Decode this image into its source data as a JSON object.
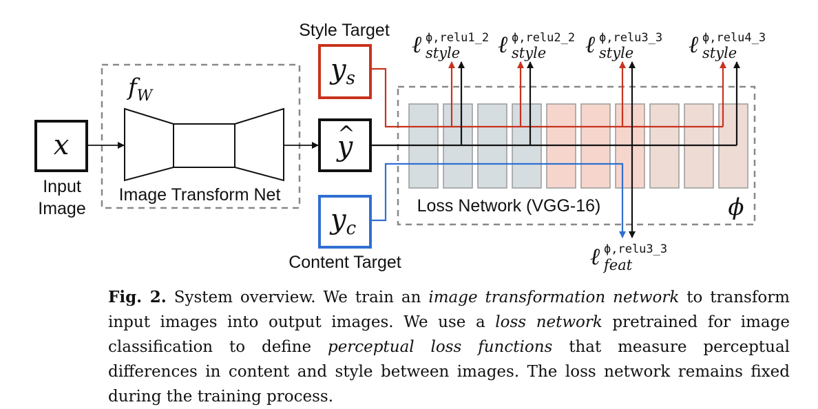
{
  "labels": {
    "style_target": "Style Target",
    "content_target": "Content Target",
    "input_image_line1": "Input",
    "input_image_line2": "Image",
    "image_transform_net": "Image Transform Net",
    "loss_network": "Loss Network (VGG-16)"
  },
  "symbols": {
    "x": "x",
    "f": "f",
    "f_sub": "W",
    "y": "y",
    "y_s_sub": "s",
    "y_c_sub": "c",
    "y_hat_mark": "^",
    "phi": "ϕ",
    "ell": "ℓ"
  },
  "loss_terms": [
    {
      "layer": "ϕ,relu1_2",
      "kind": "style"
    },
    {
      "layer": "ϕ,relu2_2",
      "kind": "style"
    },
    {
      "layer": "ϕ,relu3_3",
      "kind": "style"
    },
    {
      "layer": "ϕ,relu4_3",
      "kind": "style"
    },
    {
      "layer": "ϕ,relu3_3",
      "kind": "feat"
    }
  ],
  "colors": {
    "style": "#c8321e",
    "content": "#2f6fd0",
    "black": "#111111",
    "dashed": "#888888",
    "layer_blue": "#d6dde0",
    "layer_red": "#f6d6cc",
    "layer_tan": "#eedbd4"
  },
  "caption": {
    "fig_label": "Fig. 2.",
    "t1": " System overview. We train an ",
    "e1": "image transformation network",
    "t2": " to transform input images into output images. We use a ",
    "e2": "loss network",
    "t3": " pretrained for image classification to define ",
    "e3": "perceptual loss functions",
    "t4": " that measure perceptual differences in content and style between images. The loss network remains fixed during the training process."
  }
}
